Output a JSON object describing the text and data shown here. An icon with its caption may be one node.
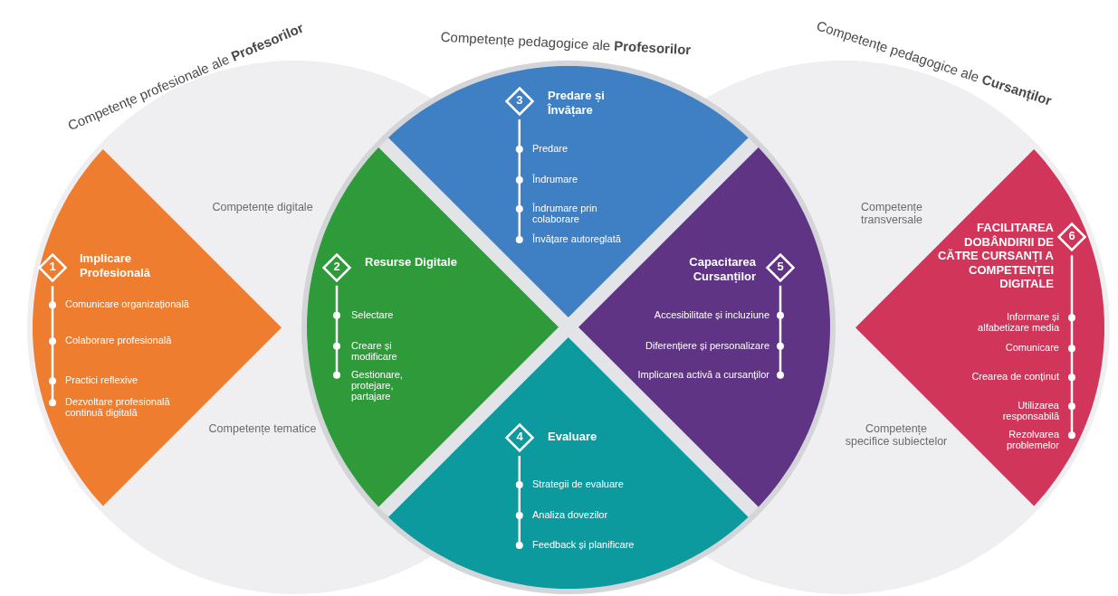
{
  "diagram": {
    "nodes": [
      {
        "text": [
          "Competențe profesionale ale **Profesorilor**",
          "Competențe digitale",
          "Competențe tematice"
        ]
      },
      {
        "text": [
          "Implicare Profesională",
          "Comunicare organizațională",
          "Colaborare profesională",
          "Practici reflexive",
          "Dezvoltare profesională continuă digitală"
        ],
        "in": 0
      },
      {
        "text": [
          "1"
        ],
        "in": 1
      },
      {
        "text": [
          "Competențe pedagogice ale **Profesorilor**"
        ]
      },
      {
        "text": [
          "Resurse Digitale",
          "Selectare",
          "Creare și modificare",
          "Gestionare, protejare, partajare"
        ]
      },
      {
        "text": [
          "2"
        ],
        "in": 4
      },
      {
        "text": [
          "Predare și Învățare",
          "Predare",
          "Îndrumare",
          "Îndrumare prin colaborare",
          "Învățare autoreglată"
        ],
        "in": 3
      },
      {
        "text": [
          "3"
        ],
        "in": 6
      },
      {
        "text": [
          "Evaluare",
          "Strategii de evaluare",
          "Analiza dovezilor",
          "Feedback și planificare"
        ],
        "in": 3
      },
      {
        "text": [
          "4"
        ]
      },
      {
        "text": [
          "Capacitarea Cursanților",
          "Accesibilitate și incluziune",
          "Diferențiere și personalizare",
          "Implicarea activă a cursanților"
        ]
      },
      {
        "text": [
          "5"
        ],
        "in": 10
      },
      {
        "text": [
          "Competențe pedagogice ale **Cursanților**",
          "Competențe transversale",
          "Competențe specifice subiectelor"
        ]
      },
      {
        "text": [
          "FACILITAREA DOBÂNDIRII DE CĂTRE CURSANȚI A COMPETENȚEI DIGITALE",
          "Informare și alfabetizare media",
          "Comunicare",
          "Crearea de conținut",
          "Utilizarea responsabilă",
          "Rezolvarea problemelor"
        ],
        "in": 12
      },
      {
        "text": [
          "6"
        ],
        "in": 13
      }
    ]
  }
}
